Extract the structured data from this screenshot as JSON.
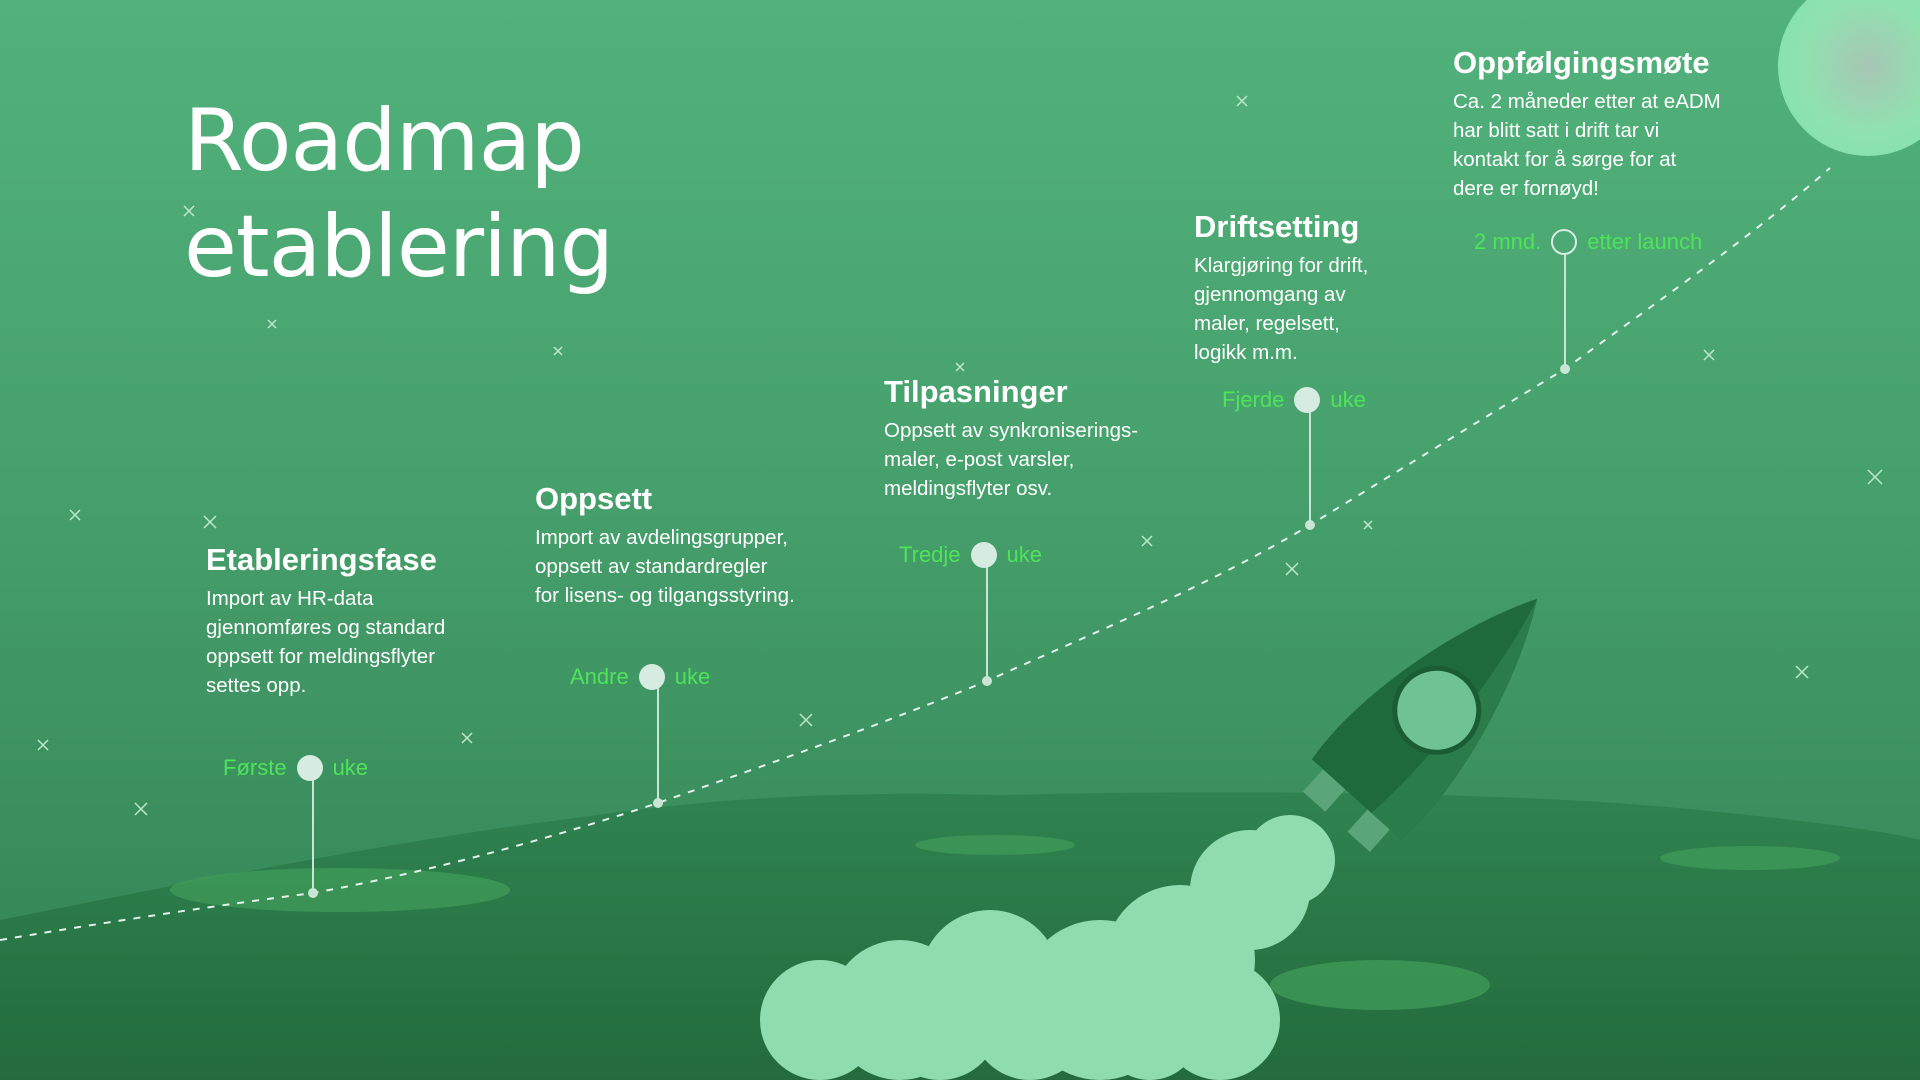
{
  "title": {
    "line1": "Roadmap",
    "line2": "etablering"
  },
  "steps": [
    {
      "heading": "Etableringsfase",
      "body": [
        "Import av HR-data",
        "gjennomføres og standard",
        "oppsett for meldingsflyter",
        "settes opp."
      ],
      "when_before": "Første",
      "when_after": "uke"
    },
    {
      "heading": "Oppsett",
      "body": [
        "Import av avdelingsgrupper,",
        "oppsett av standardregler",
        "for lisens- og tilgangsstyring."
      ],
      "when_before": "Andre",
      "when_after": "uke"
    },
    {
      "heading": "Tilpasninger",
      "body": [
        "Oppsett av synkroniserings-",
        "maler, e-post varsler,",
        "meldingsflyter osv."
      ],
      "when_before": "Tredje",
      "when_after": "uke"
    },
    {
      "heading": "Driftsetting",
      "body": [
        "Klargjøring for drift,",
        "gjennomgang av",
        "maler, regelsett,",
        "logikk m.m."
      ],
      "when_before": "Fjerde",
      "when_after": "uke"
    },
    {
      "heading": "Oppfølgingsmøte",
      "body": [
        "Ca. 2 måneder etter at eADM",
        "har blitt satt i drift tar vi",
        "kontakt for å sørge for at",
        "dere er fornøyd!"
      ],
      "when_before": "2 mnd.",
      "when_after": "etter launch"
    }
  ],
  "colors": {
    "accent": "#4fe35a",
    "ground": "#2b7a47",
    "moon": "#8fe8b4"
  }
}
